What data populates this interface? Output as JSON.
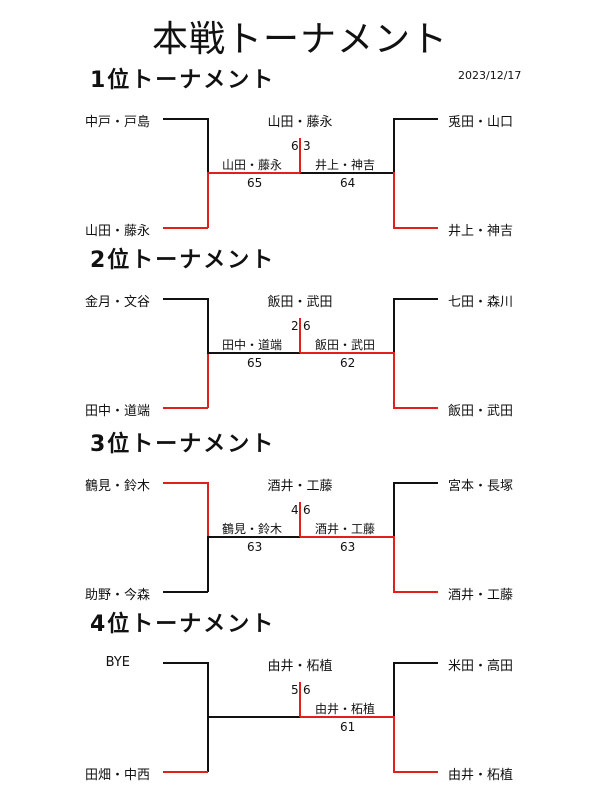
{
  "title": "本戦トーナメント",
  "date": "2023/12/17",
  "colors": {
    "line": "#111111",
    "winner_line": "#e0201a"
  },
  "sections": [
    {
      "heading": "1位トーナメント",
      "top_left": "中戸・戸島",
      "bottom_left": "山田・藤永",
      "top_right": "兎田・山口",
      "bottom_right": "井上・神吉",
      "champion": "山田・藤永",
      "left_winner": "山田・藤永",
      "left_score": "65",
      "right_winner": "井上・神吉",
      "right_score": "64",
      "final_left": "6",
      "final_right": "3"
    },
    {
      "heading": "2位トーナメント",
      "top_left": "金月・文谷",
      "bottom_left": "田中・道端",
      "top_right": "七田・森川",
      "bottom_right": "飯田・武田",
      "champion": "飯田・武田",
      "left_winner": "田中・道端",
      "left_score": "65",
      "right_winner": "飯田・武田",
      "right_score": "62",
      "final_left": "2",
      "final_right": "6"
    },
    {
      "heading": "3位トーナメント",
      "top_left": "鶴見・鈴木",
      "bottom_left": "助野・今森",
      "top_right": "宮本・長塚",
      "bottom_right": "酒井・工藤",
      "champion": "酒井・工藤",
      "left_winner": "鶴見・鈴木",
      "left_score": "63",
      "right_winner": "酒井・工藤",
      "right_score": "63",
      "final_left": "4",
      "final_right": "6"
    },
    {
      "heading": "4位トーナメント",
      "top_left": "BYE",
      "bottom_left": "田畑・中西",
      "top_right": "米田・高田",
      "bottom_right": "由井・柘植",
      "champion": "由井・柘植",
      "left_winner": "",
      "left_score": "",
      "right_winner": "由井・柘植",
      "right_score": "61",
      "final_left": "5",
      "final_right": "6"
    }
  ]
}
